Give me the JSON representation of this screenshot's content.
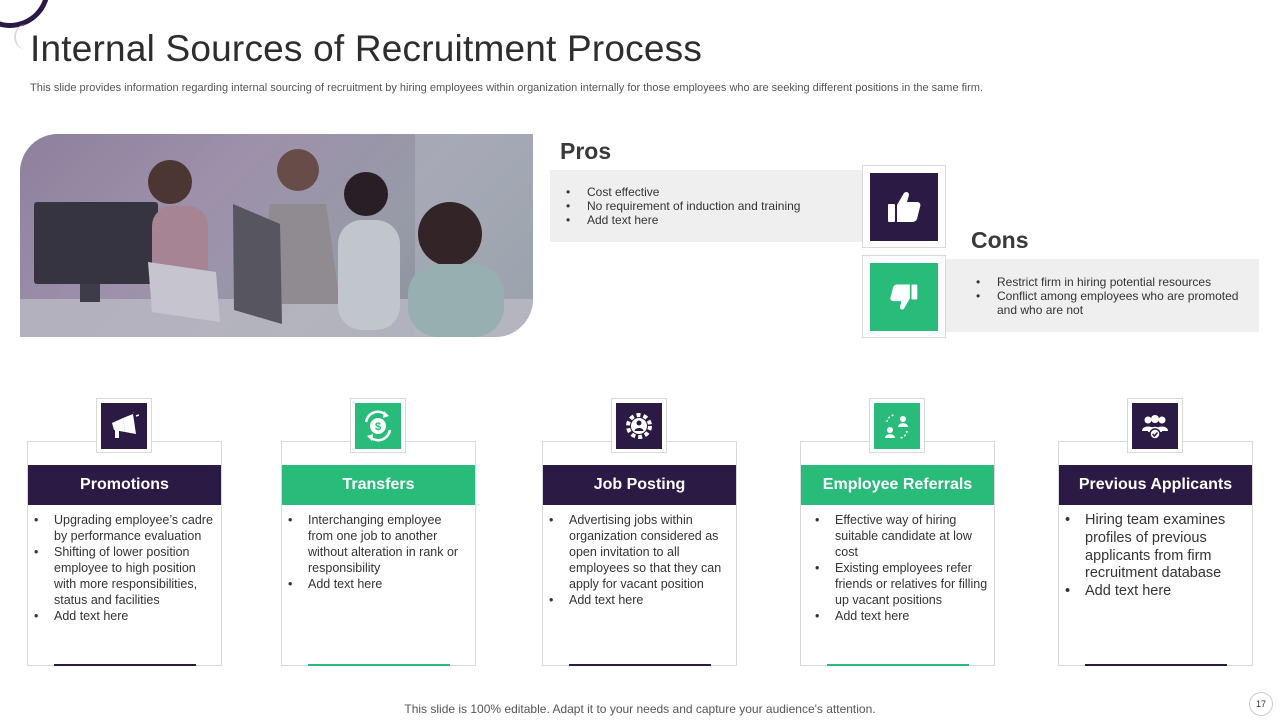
{
  "title": "Internal Sources of Recruitment Process",
  "subtitle": "This slide provides information regarding internal sourcing of recruitment by hiring employees within organization internally for those employees who are seeking different positions in the same firm.",
  "pros": {
    "title": "Pros",
    "items": [
      "Cost effective",
      "No requirement of induction and training",
      "Add text here"
    ],
    "icon": "thumbs-up-icon"
  },
  "cons": {
    "title": "Cons",
    "items": [
      "Restrict firm in hiring potential resources",
      "Conflict among employees who are promoted and who are not"
    ],
    "icon": "thumbs-down-icon"
  },
  "cards": [
    {
      "title": "Promotions",
      "icon": "megaphone-icon",
      "color": "#2b1a44",
      "items": [
        "Upgrading employee’s cadre by performance evaluation",
        "Shifting of lower position employee to high position with more responsibilities, status and facilities",
        "Add text here"
      ]
    },
    {
      "title": "Transfers",
      "icon": "dollar-exchange-icon",
      "color": "#28bb79",
      "items": [
        "Interchanging employee from one job to another without alteration in rank or responsibility",
        "Add text here"
      ]
    },
    {
      "title": "Job Posting",
      "icon": "gear-person-icon",
      "color": "#2b1a44",
      "items": [
        "Advertising jobs within organization considered as open invitation to all employees so that they can apply for vacant position",
        "Add text here"
      ]
    },
    {
      "title": "Employee Referrals",
      "icon": "referral-icon",
      "color": "#28bb79",
      "items": [
        "Effective way of hiring suitable candidate at low cost",
        "Existing employees refer friends or relatives for filling up vacant positions",
        "Add text here"
      ]
    },
    {
      "title": "Previous Applicants",
      "icon": "team-check-icon",
      "color": "#2b1a44",
      "items": [
        "Hiring team examines profiles of previous applicants from firm recruitment database",
        "Add text here"
      ]
    }
  ],
  "footer": "This slide is 100% editable. Adapt it to your needs and capture your audience's attention.",
  "page_number": "17",
  "colors": {
    "purple": "#2b1a44",
    "green": "#28bb79",
    "panel": "#efefef"
  }
}
